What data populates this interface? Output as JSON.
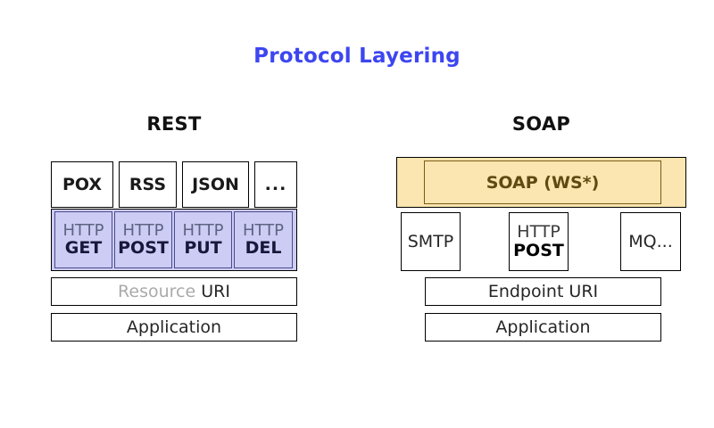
{
  "title": "Protocol Layering",
  "theme": {
    "title_color": "#3d46f0",
    "http_band_fill": "#ccccf4",
    "http_band_border": "#4a4a8c",
    "soap_fill": "#fbe5b0",
    "soap_border": "#7a5c17",
    "box_border": "#000000",
    "text_color": "#262626",
    "muted_text_color": "#aaaaaa"
  },
  "rest": {
    "heading": "REST",
    "formats": [
      {
        "label": "POX"
      },
      {
        "label": "RSS"
      },
      {
        "label": "JSON"
      },
      {
        "label": "..."
      }
    ],
    "verbs": [
      {
        "protocol": "HTTP",
        "method": "GET"
      },
      {
        "protocol": "HTTP",
        "method": "POST"
      },
      {
        "protocol": "HTTP",
        "method": "PUT"
      },
      {
        "protocol": "HTTP",
        "method": "DEL"
      }
    ],
    "uri_row": {
      "muted": "Resource",
      "strong": "URI"
    },
    "app_row": "Application"
  },
  "soap": {
    "heading": "SOAP",
    "envelope": "SOAP (WS*)",
    "transports": [
      {
        "protocol": "SMTP",
        "method": ""
      },
      {
        "protocol": "HTTP",
        "method": "POST"
      },
      {
        "protocol": "MQ...",
        "method": ""
      }
    ],
    "uri_row": "Endpoint URI",
    "app_row": "Application"
  }
}
